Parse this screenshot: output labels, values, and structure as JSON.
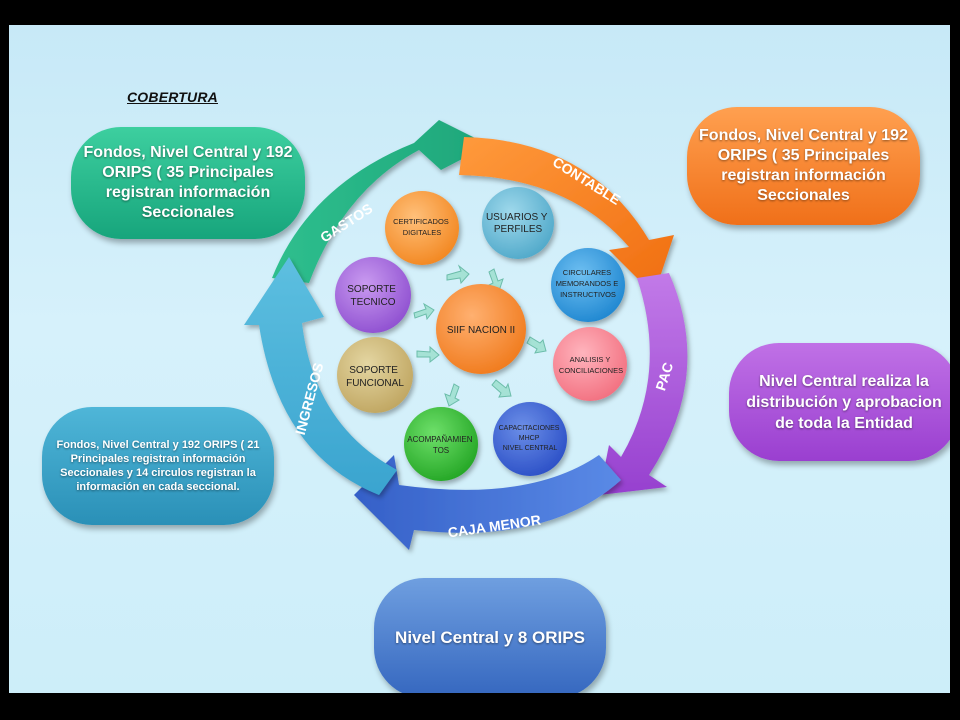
{
  "title": "COBERTURA",
  "callouts": {
    "green": "Fondos, Nivel Central y 192 ORIPS ( 35 Principales registran información Seccionales",
    "orange": "Fondos, Nivel Central y 192 ORIPS ( 35 Principales registran información Seccionales",
    "purple": "Nivel Central realiza la distribución y aprobacion de toda la Entidad",
    "teal": "Fondos, Nivel Central y 192 ORIPS ( 21 Principales registran información Seccionales y 14 circulos registran la información en cada seccional.",
    "blue": "Nivel Central y 8 ORIPS"
  },
  "cycle": {
    "gastos": "GASTOS",
    "contable": "CONTABLE",
    "pac": "PAC",
    "caja_menor": "CAJA MENOR",
    "ingresos": "INGRESOS"
  },
  "center": "SIIF NACION II",
  "modules": {
    "certificados": [
      "CERTIFICADOS",
      "DIGITALES"
    ],
    "usuarios": [
      "USUARIOS Y",
      "PERFILES"
    ],
    "circulares": [
      "CIRCULARES",
      "MEMORANDOS E",
      "INSTRUCTIVOS"
    ],
    "analisis": [
      "ANALISIS Y",
      "CONCILIACIONES"
    ],
    "capacitaciones": [
      "CAPACITACIONES",
      "MHCP",
      "NIVEL CENTRAL"
    ],
    "acompanamientos": [
      "ACOMPAÑAMIEN",
      "TOS"
    ],
    "soporte_funcional": [
      "SOPORTE",
      "FUNCIONAL"
    ],
    "soporte_tecnico": [
      "SOPORTE",
      "TECNICO"
    ]
  },
  "colors": {
    "gastos": "#27b487",
    "contable": "#f6821e",
    "pac": "#a64dd6",
    "caja_menor": "#4575d8",
    "ingresos": "#3aa4cf"
  }
}
